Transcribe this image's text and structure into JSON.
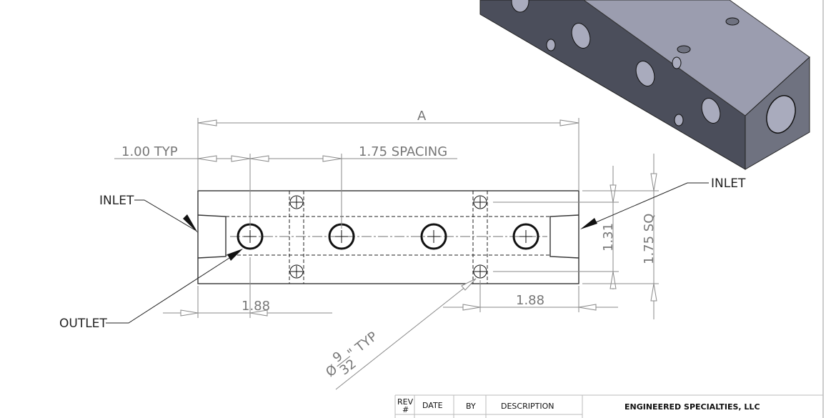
{
  "dimensions": {
    "overall": "A",
    "end_offset": "1.00 TYP",
    "spacing": "1.75 SPACING",
    "mount_spacing": "1.31",
    "section": "1.75 SQ",
    "left_offset": "1.88",
    "right_offset": "1.88",
    "hole_dia_symbol": "Ø",
    "hole_dia_num": "9",
    "hole_dia_den": "32",
    "hole_dia_suffix": "\" TYP"
  },
  "callouts": {
    "inlet_left": "INLET",
    "inlet_right": "INLET",
    "outlet": "OUTLET"
  },
  "title_block": {
    "rev_label": "REV",
    "rev_hash": "#",
    "date_label": "DATE",
    "by_label": "BY",
    "description_label": "DESCRIPTION",
    "company": "ENGINEERED SPECIALTIES, LLC"
  },
  "colors": {
    "model_side": "#4b4e5b",
    "model_top": "#9b9daf",
    "model_end": "#6f7280"
  }
}
